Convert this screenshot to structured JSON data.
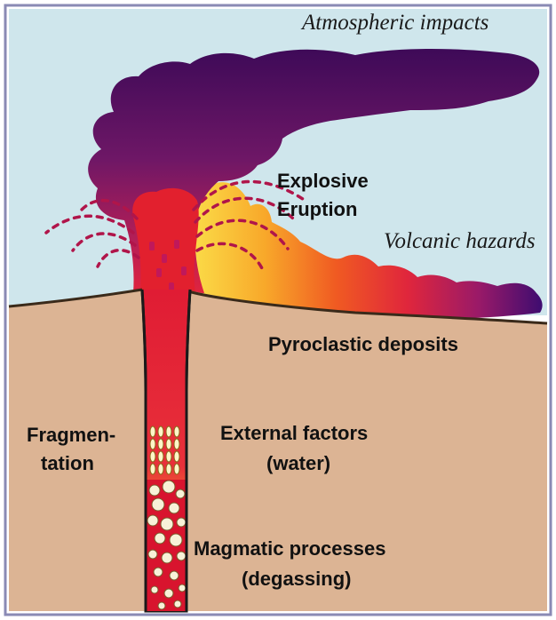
{
  "labels": {
    "atmospheric": "Atmospheric impacts",
    "explosive_1": "Explosive",
    "explosive_2": "Eruption",
    "hazards": "Volcanic hazards",
    "pyroclastic": "Pyroclastic deposits",
    "fragmentation_1": "Fragmen-",
    "fragmentation_2": "tation",
    "external_1": "External factors",
    "external_2": "(water)",
    "magmatic_1": "Magmatic processes",
    "magmatic_2": "(degassing)"
  },
  "colors": {
    "sky": "#cfe6ec",
    "ground": "#dcb494",
    "conduit_red": "#d8142e",
    "conduit_yellow": "#f8d21c",
    "cloud_dark": "#4a0e5c",
    "cloud_mid": "#8a1e6a",
    "flow_orange": "#f47a1c",
    "border": "#8a8ab4"
  }
}
